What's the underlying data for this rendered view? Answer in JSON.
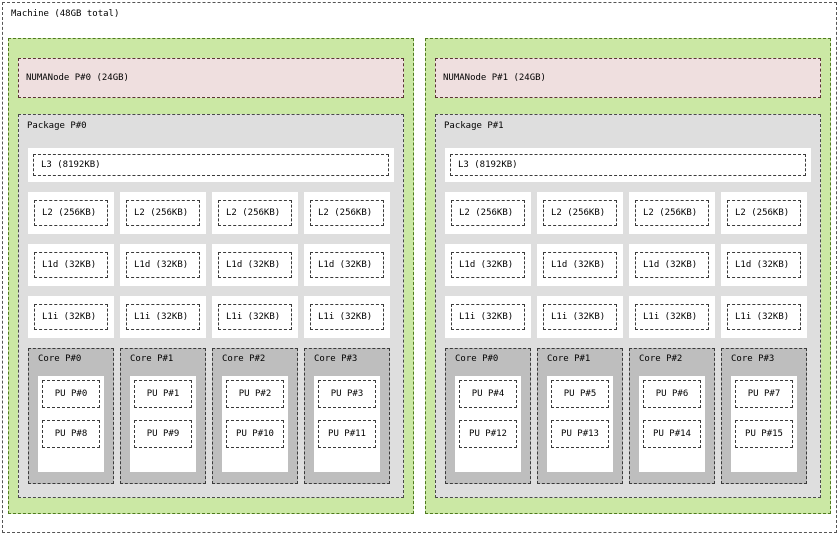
{
  "machine": {
    "label": "Machine (48GB total)"
  },
  "colors": {
    "background": "#ffffff",
    "group_fill": "#cbe8a4",
    "group_border": "#4f7a1e",
    "numanode_fill": "#efdfdf",
    "numanode_border": "#5a3434",
    "package_fill": "#dedede",
    "package_border": "#4a4a4a",
    "cache_fill": "#ffffff",
    "cache_border": "#3a3a3a",
    "core_fill": "#bebebe",
    "core_border": "#3a3a3a",
    "pu_fill": "#ffffff",
    "pu_border": "#3a3a3a",
    "machine_border": "#555555",
    "text": "#000000"
  },
  "groups": [
    {
      "numanode": "NUMANode P#0 (24GB)",
      "package": "Package P#0",
      "l3": "L3 (8192KB)",
      "l2": [
        "L2 (256KB)",
        "L2 (256KB)",
        "L2 (256KB)",
        "L2 (256KB)"
      ],
      "l1d": [
        "L1d (32KB)",
        "L1d (32KB)",
        "L1d (32KB)",
        "L1d (32KB)"
      ],
      "l1i": [
        "L1i (32KB)",
        "L1i (32KB)",
        "L1i (32KB)",
        "L1i (32KB)"
      ],
      "cores": [
        {
          "label": "Core P#0",
          "pus": [
            "PU P#0",
            "PU P#8"
          ]
        },
        {
          "label": "Core P#1",
          "pus": [
            "PU P#1",
            "PU P#9"
          ]
        },
        {
          "label": "Core P#2",
          "pus": [
            "PU P#2",
            "PU P#10"
          ]
        },
        {
          "label": "Core P#3",
          "pus": [
            "PU P#3",
            "PU P#11"
          ]
        }
      ]
    },
    {
      "numanode": "NUMANode P#1 (24GB)",
      "package": "Package P#1",
      "l3": "L3 (8192KB)",
      "l2": [
        "L2 (256KB)",
        "L2 (256KB)",
        "L2 (256KB)",
        "L2 (256KB)"
      ],
      "l1d": [
        "L1d (32KB)",
        "L1d (32KB)",
        "L1d (32KB)",
        "L1d (32KB)"
      ],
      "l1i": [
        "L1i (32KB)",
        "L1i (32KB)",
        "L1i (32KB)",
        "L1i (32KB)"
      ],
      "cores": [
        {
          "label": "Core P#0",
          "pus": [
            "PU P#4",
            "PU P#12"
          ]
        },
        {
          "label": "Core P#1",
          "pus": [
            "PU P#5",
            "PU P#13"
          ]
        },
        {
          "label": "Core P#2",
          "pus": [
            "PU P#6",
            "PU P#14"
          ]
        },
        {
          "label": "Core P#3",
          "pus": [
            "PU P#7",
            "PU P#15"
          ]
        }
      ]
    }
  ]
}
